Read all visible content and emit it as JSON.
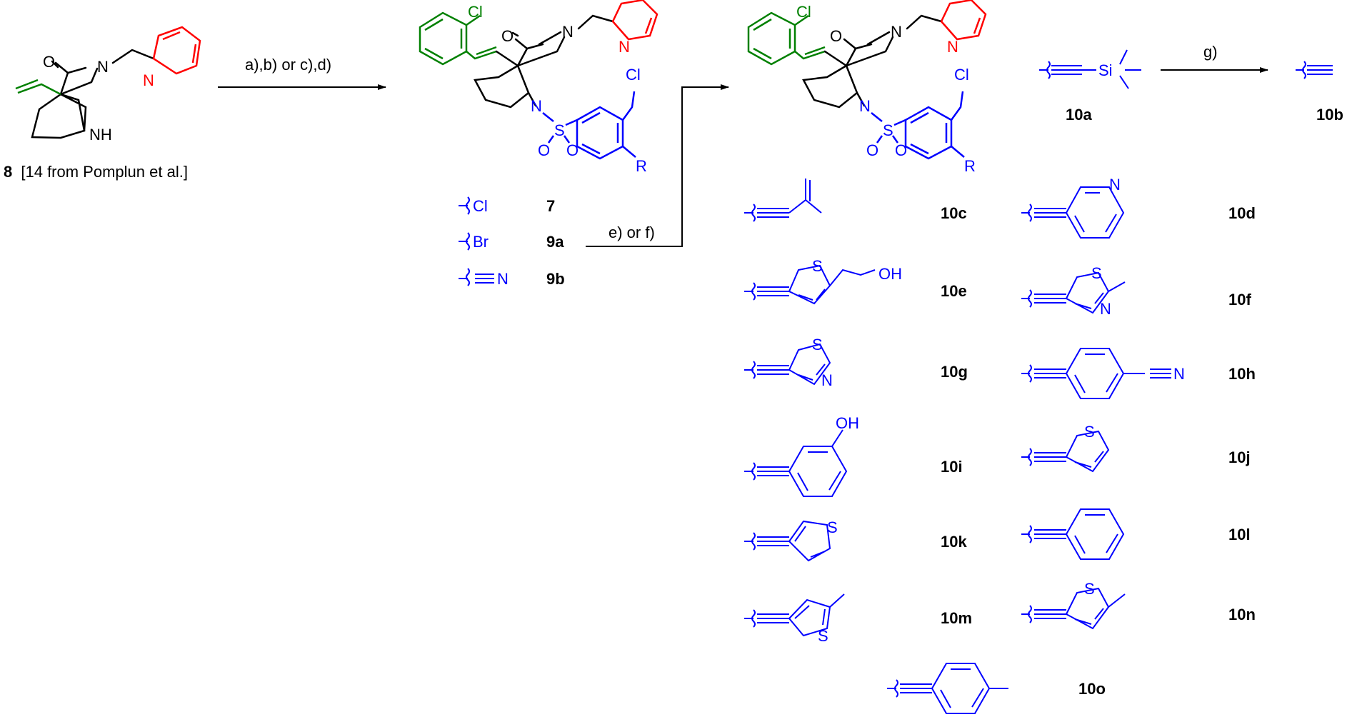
{
  "colors": {
    "black": "#000000",
    "blue": "#0000ff",
    "red": "#ff0000",
    "green": "#008000"
  },
  "start": {
    "atoms": {
      "o": "O",
      "n_amide": "N",
      "n_pyridine": "N",
      "nh": "NH"
    },
    "caption_num": "8",
    "caption_ref": "[14 from Pomplun et al.]"
  },
  "arrows": {
    "step1": "a),b) or c),d)",
    "step2": "e) or f)",
    "step3": "g)"
  },
  "core7": {
    "atoms": {
      "cl_top": "Cl",
      "o": "O",
      "n_amide": "N",
      "n_pyridine": "N",
      "n_sulfonyl": "N",
      "s": "S",
      "o1": "O",
      "o2": "O",
      "cl_ring": "Cl",
      "r": "R"
    },
    "subs": [
      {
        "group": "Cl",
        "label": "7"
      },
      {
        "group": "Br",
        "label": "9a"
      },
      {
        "group": "N",
        "label": "9b"
      }
    ]
  },
  "core10": {
    "atoms": {
      "cl_top": "Cl",
      "o": "O",
      "n_amide": "N",
      "n_pyridine": "N",
      "n_sulfonyl": "N",
      "s": "S",
      "o1": "O",
      "o2": "O",
      "cl_ring": "Cl",
      "r": "R"
    }
  },
  "tms": {
    "si": "Si",
    "label_a": "10a",
    "label_b": "10b"
  },
  "substituents": {
    "c": {
      "label": "10c"
    },
    "d": {
      "n": "N",
      "label": "10d"
    },
    "e": {
      "s": "S",
      "oh": "OH",
      "label": "10e"
    },
    "f": {
      "s": "S",
      "n": "N",
      "label": "10f"
    },
    "g": {
      "s": "S",
      "n": "N",
      "label": "10g"
    },
    "h": {
      "n": "N",
      "label": "10h"
    },
    "i": {
      "oh": "OH",
      "label": "10i"
    },
    "j": {
      "s": "S",
      "label": "10j"
    },
    "k": {
      "s": "S",
      "label": "10k"
    },
    "l": {
      "label": "10l"
    },
    "m": {
      "s": "S",
      "label": "10m"
    },
    "n": {
      "s": "S",
      "label": "10n"
    },
    "o": {
      "label": "10o"
    }
  }
}
